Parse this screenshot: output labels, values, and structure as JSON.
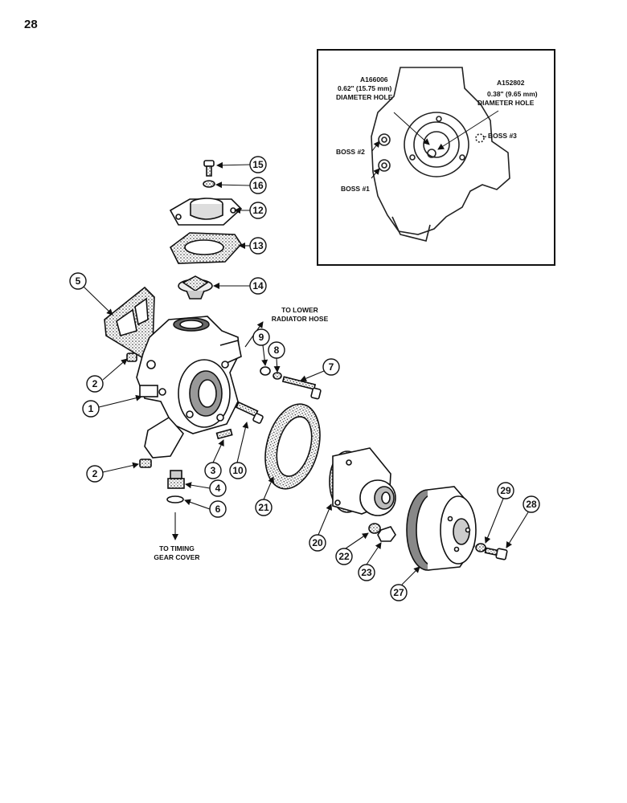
{
  "page_number": "28",
  "callouts": [
    "1",
    "2",
    "2",
    "3",
    "4",
    "5",
    "6",
    "7",
    "8",
    "9",
    "10",
    "12",
    "13",
    "14",
    "15",
    "16",
    "20",
    "21",
    "22",
    "23",
    "27",
    "28",
    "29"
  ],
  "labels": {
    "lower_hose_1": "TO LOWER",
    "lower_hose_2": "RADIATOR HOSE",
    "timing_1": "TO TIMING",
    "timing_2": "GEAR COVER"
  },
  "inset": {
    "part_a": "A166006",
    "dim_a": "0.62\" (15.75 mm)",
    "hole_a": "DIAMETER HOLE",
    "part_b": "A152802",
    "dim_b": "0.38\" (9.65 mm)",
    "hole_b": "DIAMETER HOLE",
    "boss1": "BOSS #1",
    "boss2": "BOSS #2",
    "boss3": "BOSS #3"
  }
}
